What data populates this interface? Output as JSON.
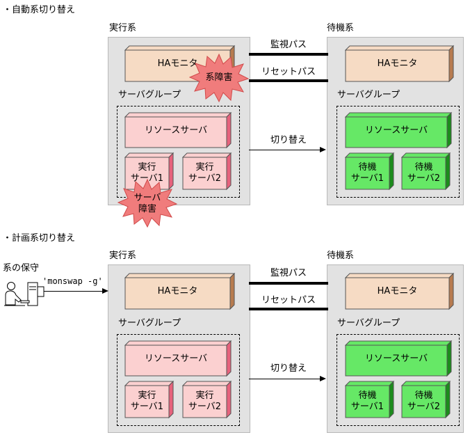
{
  "sections": {
    "auto": {
      "title": "・自動系切り替え"
    },
    "planned": {
      "title": "・計画系切り替え"
    }
  },
  "labels": {
    "active_system": "実行系",
    "standby_system": "待機系",
    "ha_monitor": "HAモニタ",
    "server_group": "サーバグループ",
    "resource_server": "リソースサーバ",
    "monitor_path": "監視パス",
    "reset_path": "リセットパス",
    "switchover": "切り替え",
    "active_server_1": "実行\nサーバ1",
    "active_server_2": "実行\nサーバ2",
    "standby_server_1": "待機\nサーバ1",
    "standby_server_2": "待機\nサーバ2"
  },
  "failures": {
    "system_failure": "系障害",
    "server_failure": "サーバ\n障害"
  },
  "maintenance": {
    "label": "系の保守",
    "command": "'monswap -g'"
  },
  "colors": {
    "panel_bg": "#e2e2e2",
    "ha_face": "#f6dbc4",
    "ha_side": "#b77b4f",
    "active_face": "#fbd0d0",
    "active_side": "#e6627c",
    "standby_face": "#66e866",
    "standby_side": "#1c8c1c",
    "burst": "#f07c7c"
  }
}
